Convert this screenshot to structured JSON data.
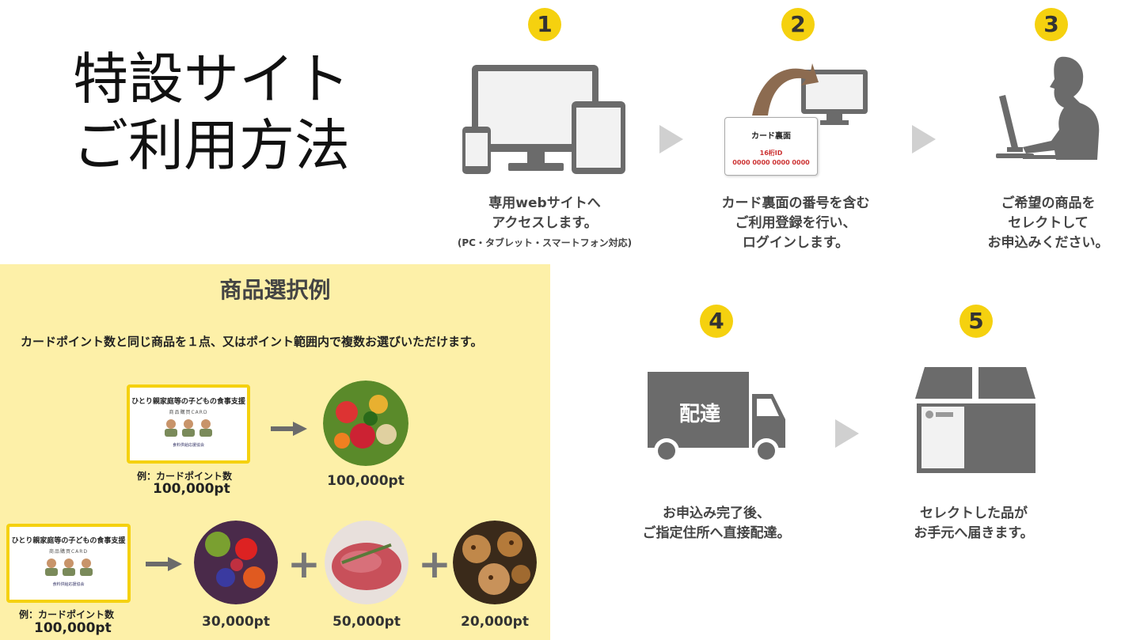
{
  "title": {
    "line1": "特設サイト",
    "line2": "ご利用方法"
  },
  "steps": [
    {
      "num": "1",
      "lines": [
        "専用webサイトへ",
        "アクセスします。"
      ],
      "note": "(PC・タブレット・スマートフォン対応)"
    },
    {
      "num": "2",
      "lines": [
        "カード裏面の番号を含む",
        "ご利用登録を行い、",
        "ログインします。"
      ]
    },
    {
      "num": "3",
      "lines": [
        "ご希望の商品を",
        "セレクトして",
        "お申込みください。"
      ]
    },
    {
      "num": "4",
      "lines": [
        "お申込み完了後、",
        "ご指定住所へ直接配達。"
      ]
    },
    {
      "num": "5",
      "lines": [
        "セレクトした品が",
        "お手元へ届きます。"
      ]
    }
  ],
  "card_back": {
    "heading": "カード裏面",
    "id_label": "16桁ID",
    "id_value": "0000 0000 0000 0000"
  },
  "truck_label": "配達",
  "example": {
    "heading": "商品選択例",
    "description": "カードポイント数と同じ商品を１点、又はポイント範囲内で複数お選びいただけます。",
    "card": {
      "title": "ひとり親家庭等の子どもの食事支援",
      "subtitle": "商品購買CARD",
      "issuer": "食料供給応援協会"
    },
    "example_label": "例：カードポイント数",
    "example_value": "100,000pt",
    "single_pt": "100,000pt",
    "multi_pts": [
      "30,000pt",
      "50,000pt",
      "20,000pt"
    ],
    "plus": "+"
  },
  "colors": {
    "accent": "#f5d10f",
    "panel": "#fdf0a8",
    "icon": "#6b6b6b"
  }
}
